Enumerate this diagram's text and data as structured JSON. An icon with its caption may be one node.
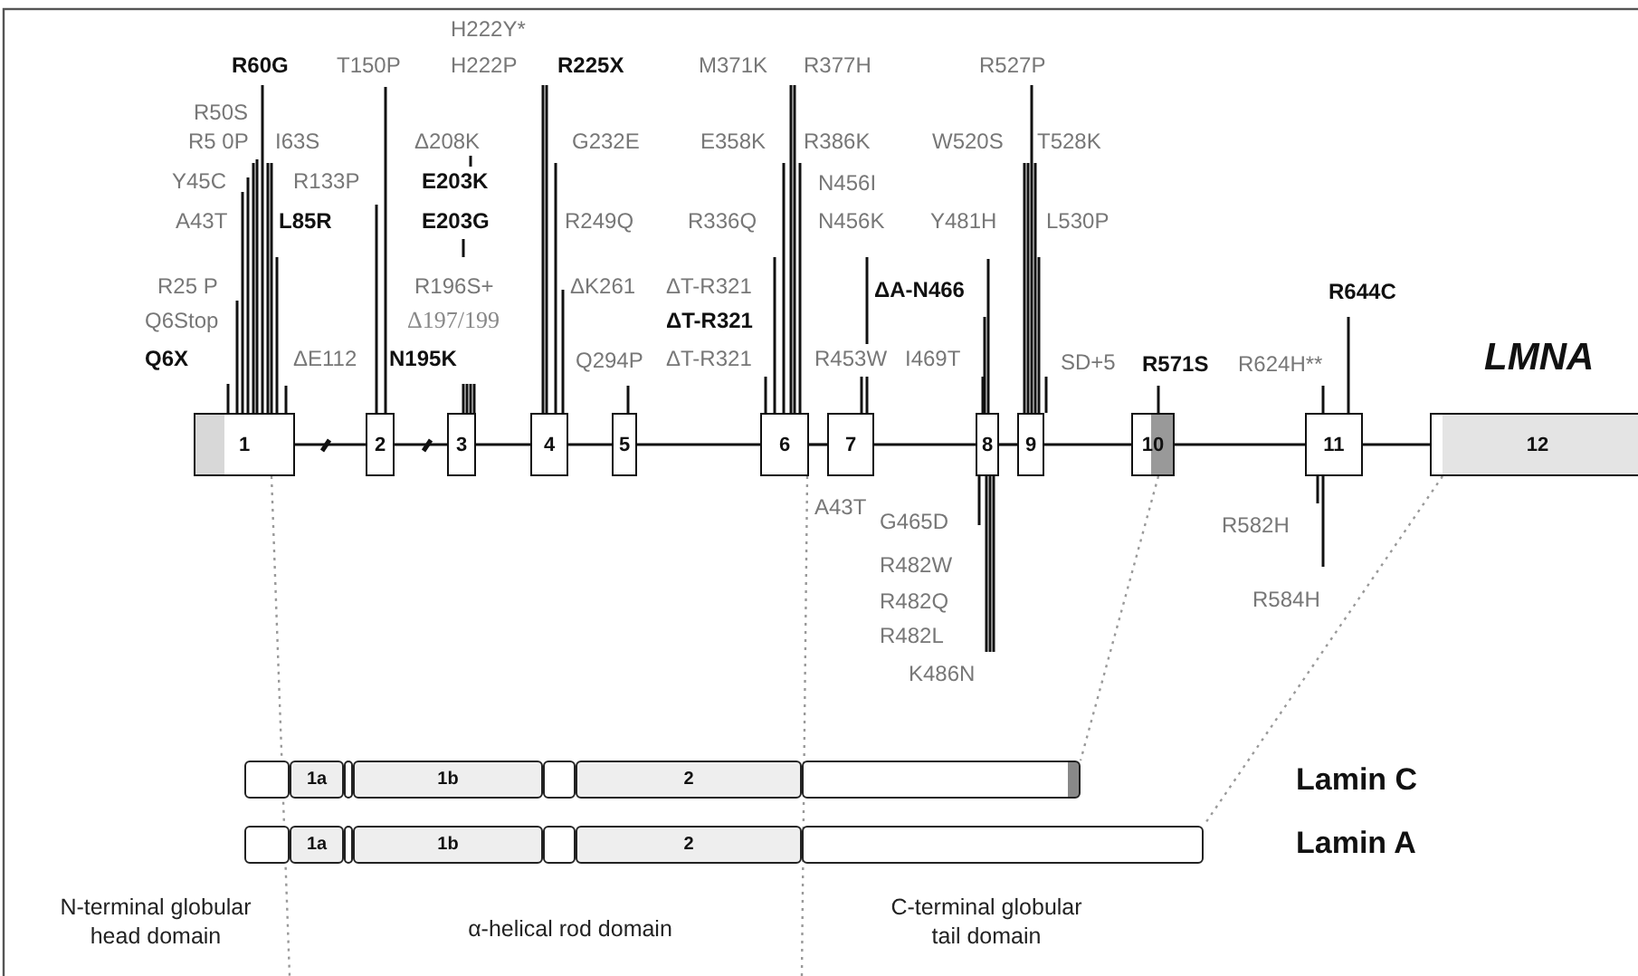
{
  "diagram": {
    "nodes": [
      {
        "text": [
          "1"
        ]
      },
      {
        "text": [
          "2"
        ]
      },
      {
        "text": [
          "3"
        ]
      },
      {
        "text": [
          "4"
        ]
      },
      {
        "text": [
          "5"
        ],
        "beside": [
          "Q294P"
        ]
      },
      {
        "text": [
          "6"
        ]
      },
      {
        "text": [
          "7"
        ]
      },
      {
        "text": [
          "8"
        ]
      },
      {
        "text": [
          "9"
        ]
      },
      {
        "text": [
          "10"
        ],
        "beside": [
          "R571S"
        ]
      },
      {
        "text": [
          "11"
        ],
        "beside": [
          "R644C",
          "R624H**"
        ]
      },
      {
        "text": [
          "12"
        ]
      },
      {
        "text": [],
        "shape": "bar"
      },
      {
        "text": [],
        "shape": "box",
        "in": 12
      },
      {
        "text": [
          "1a"
        ],
        "in": 12
      },
      {
        "text": [],
        "shape": "box",
        "in": 12
      },
      {
        "text": [
          "1b"
        ],
        "in": 12
      },
      {
        "text": [],
        "shape": "box",
        "in": 12
      },
      {
        "text": [
          "2"
        ],
        "in": 12
      },
      {
        "text": [],
        "shape": "box",
        "in": 12
      },
      {
        "text": [],
        "shape": "bar"
      },
      {
        "text": [],
        "shape": "box",
        "in": 20
      },
      {
        "text": [
          "1a"
        ],
        "in": 20
      },
      {
        "text": [],
        "shape": "box",
        "in": 20
      },
      {
        "text": [
          "1b"
        ],
        "in": 20
      },
      {
        "text": [],
        "shape": "box",
        "in": 20
      },
      {
        "text": [
          "2"
        ],
        "in": 20
      },
      {
        "text": [],
        "shape": "box",
        "in": 20
      }
    ],
    "edges": [
      {
        "from": 0,
        "to": 1,
        "arrow": "none"
      },
      {
        "from": 1,
        "to": 2,
        "arrow": "none"
      },
      {
        "from": 2,
        "to": 3,
        "arrow": "none"
      },
      {
        "from": 3,
        "to": 4,
        "arrow": "none"
      },
      {
        "from": 4,
        "to": 5,
        "arrow": "none"
      },
      {
        "from": 5,
        "to": 6,
        "arrow": "none"
      },
      {
        "from": 6,
        "to": 7,
        "arrow": "none"
      },
      {
        "from": 7,
        "to": 8,
        "arrow": "none"
      },
      {
        "from": 8,
        "to": 9,
        "arrow": "none"
      },
      {
        "from": 9,
        "to": 10,
        "arrow": "none"
      },
      {
        "from": 10,
        "to": 11,
        "arrow": "none"
      },
      {
        "from": 0,
        "to": null,
        "arrow": "none",
        "style": "dashed",
        "color": "#999999"
      },
      {
        "from": 5,
        "to": null,
        "arrow": "none",
        "style": "dashed",
        "color": "#999999"
      },
      {
        "from": 9,
        "to": 12,
        "arrow": "none",
        "style": "dashed",
        "color": "#999999"
      },
      {
        "from": 11,
        "to": 20,
        "arrow": "none",
        "style": "dashed",
        "color": "#999999"
      }
    ],
    "labels": [
      "R60G",
      "T150P",
      "H222Y*",
      "H222P",
      "R225X",
      "M371K",
      "R377H",
      "R527P",
      "R50S",
      "R5 0P",
      "I63S",
      "Δ208K",
      "G232E",
      "E358K",
      "R386K",
      "W520S",
      "T528K",
      "Y45C",
      "R133P",
      "E203K",
      "N456I",
      "A43T",
      "L85R",
      "E203G",
      "R249Q",
      "R336Q",
      "N456K",
      "Y481H",
      "L530P",
      "R25 P",
      "R196S+",
      "ΔK261",
      "ΔT-R321",
      "ΔA-N466",
      "Q6Stop",
      "Δ197/199",
      "ΔT-R321",
      "Q6X",
      "ΔE112",
      "N195K",
      "ΔT-R321",
      "R453W",
      "I469T",
      "SD+5",
      "LMNA",
      "A43T",
      "G465D",
      "R482W",
      "R482Q",
      "R482L",
      "K486N",
      "R582H",
      "R584H",
      "Lamin C",
      "Lamin A",
      "N-terminal globular head domain",
      "α-helical rod domain",
      "C-terminal globular tail domain"
    ]
  }
}
